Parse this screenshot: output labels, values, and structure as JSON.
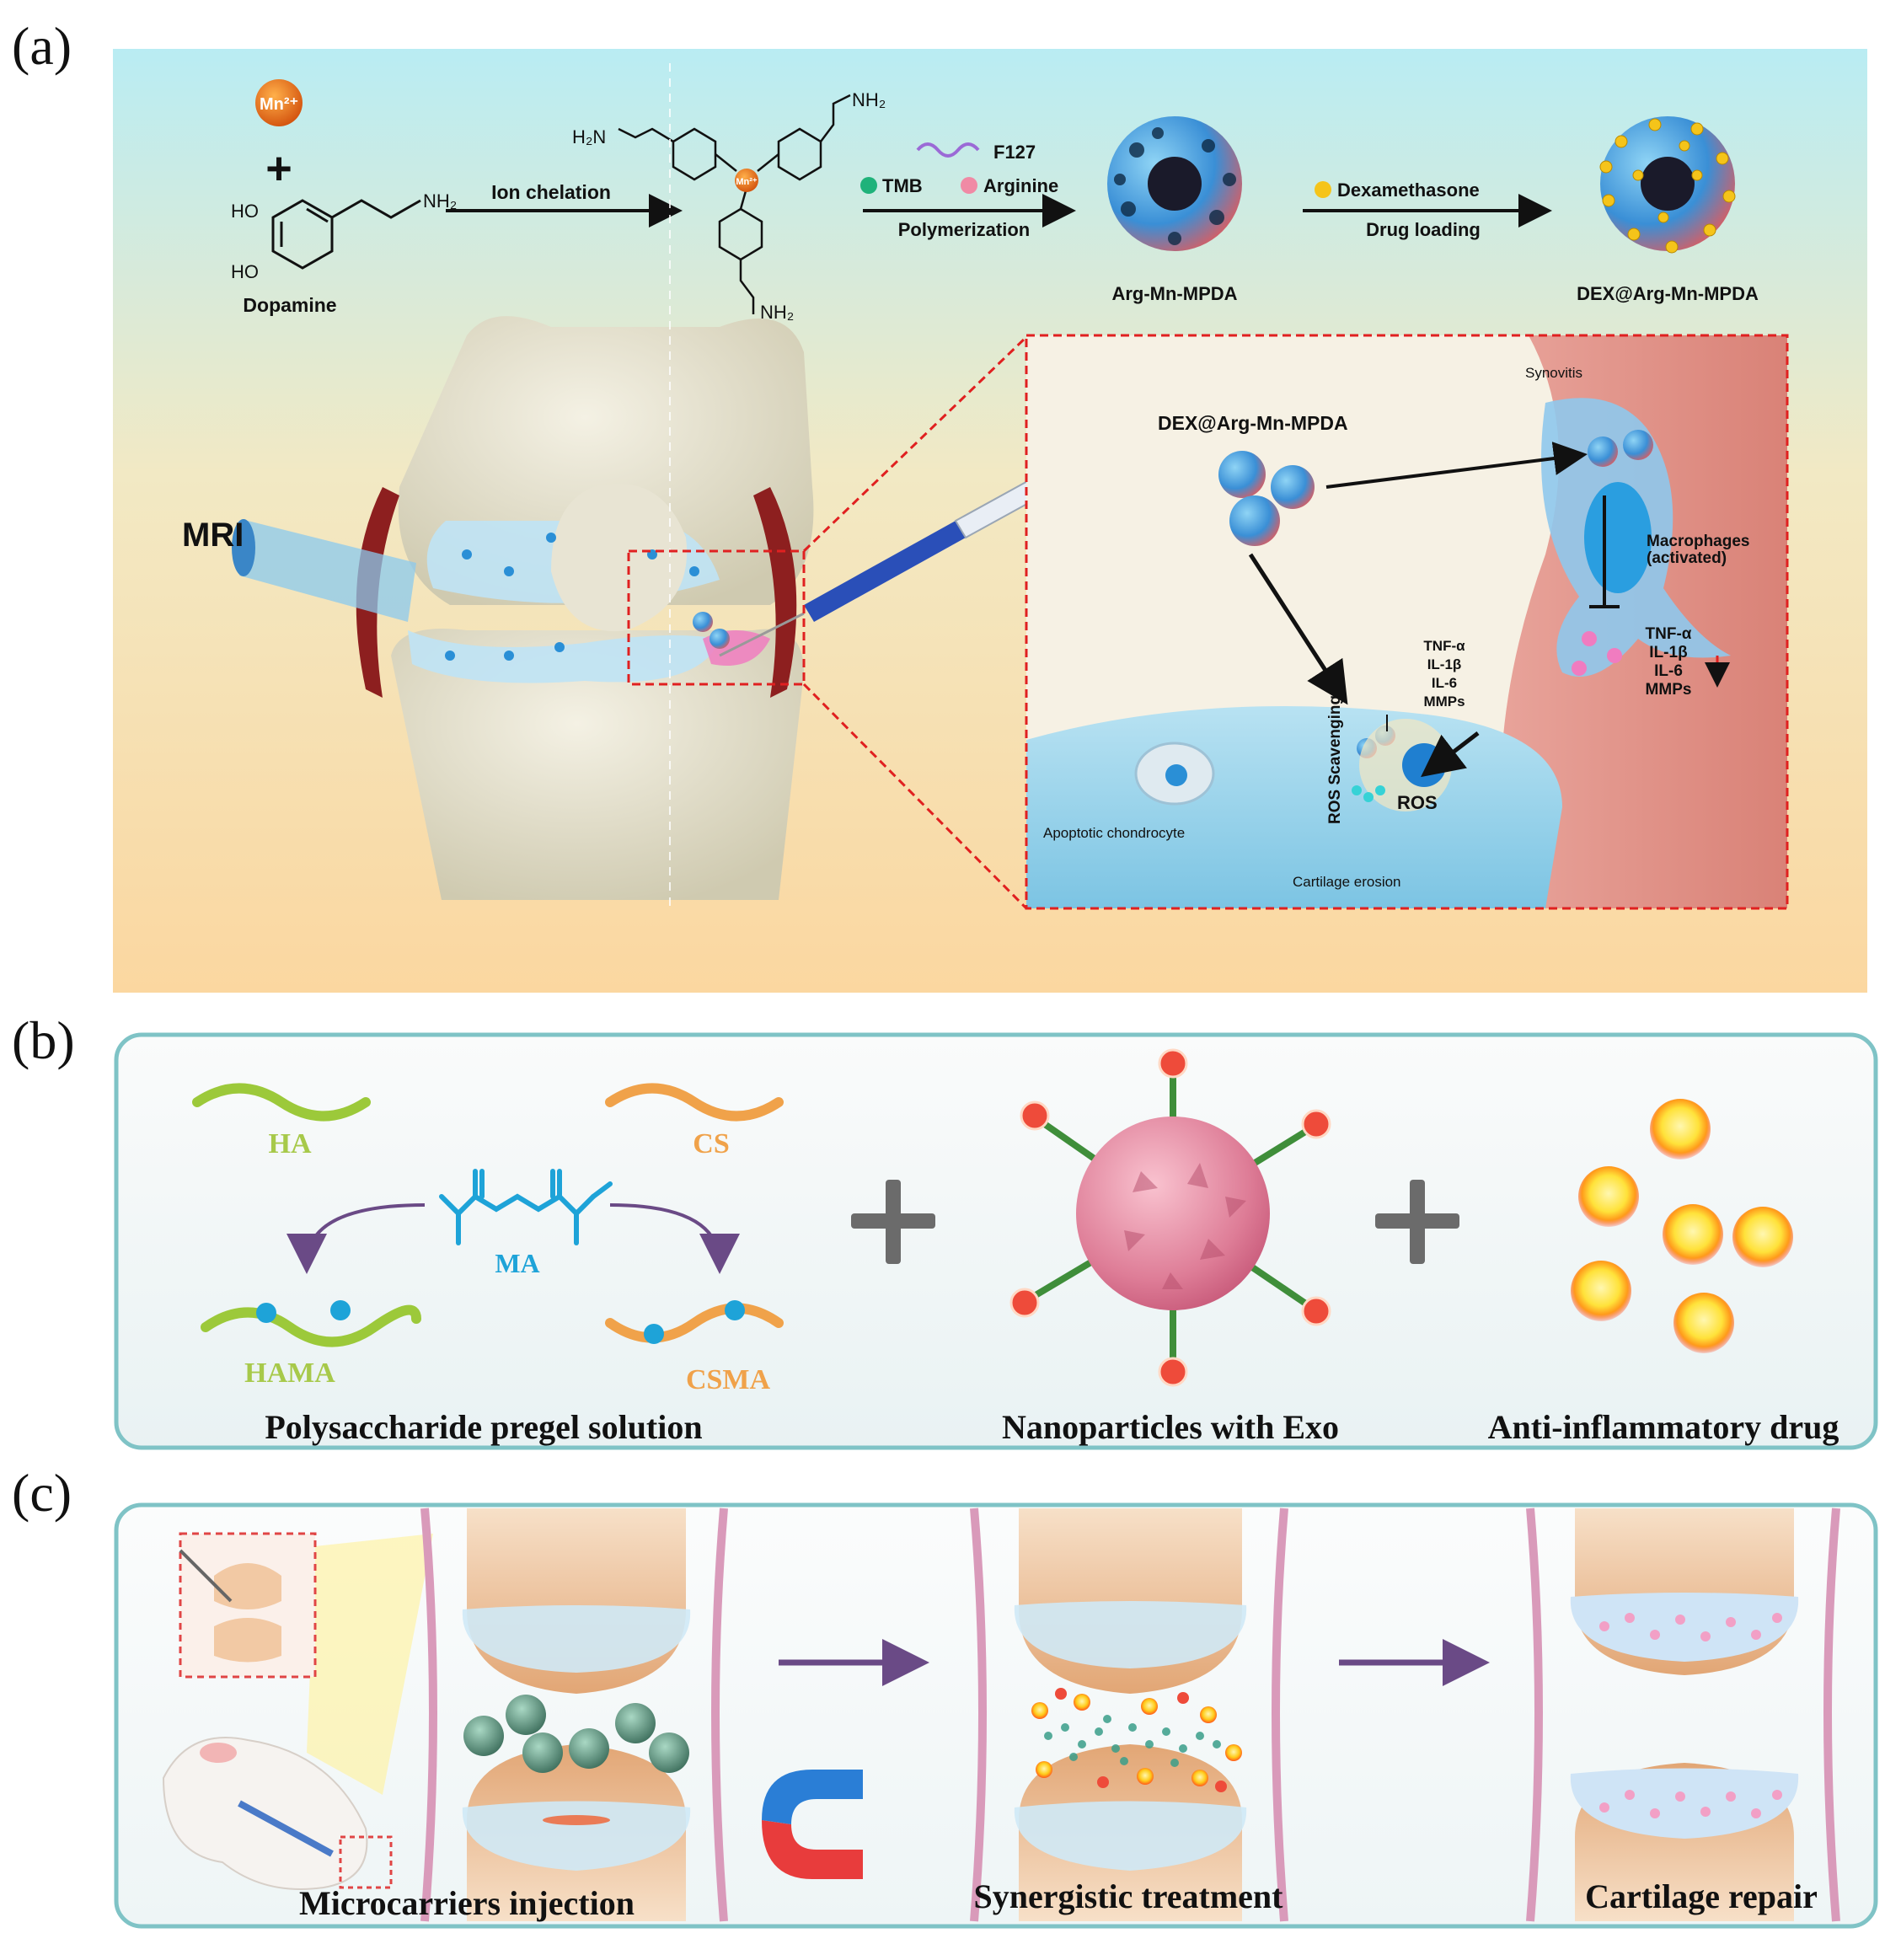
{
  "panel_labels": {
    "a": "(a)",
    "b": "(b)",
    "c": "(c)"
  },
  "panel_a": {
    "mn_ion": "Mn²⁺",
    "plus": "+",
    "ho_top": "HO",
    "ho_bottom": "HO",
    "nh2_dopamine": "NH₂",
    "dopamine": "Dopamine",
    "ion_chelation": "Ion chelation",
    "complex_nh2_top_right": "NH₂",
    "complex_h2n_left": "H₂N",
    "complex_nh2_bottom": "NH₂",
    "complex_center": "Mn²⁺",
    "f127": "F127",
    "tmb": "TMB",
    "arginine": "Arginine",
    "polymerization": "Polymerization",
    "arg_mn_mpda": "Arg-Mn-MPDA",
    "dexamethasone": "Dexamethasone",
    "drug_loading": "Drug loading",
    "dex_arg_mn_mpda": "DEX@Arg-Mn-MPDA",
    "mri": "MRI",
    "inset": {
      "synovitis": "Synovitis",
      "dex_label": "DEX@Arg-Mn-MPDA",
      "macrophages_1": "Macrophages",
      "macrophages_2": "(activated)",
      "cyt_left": [
        "TNF-α",
        "IL-1β",
        "IL-6",
        "MMPs"
      ],
      "cyt_right": [
        "TNF-α",
        "IL-1β",
        "IL-6",
        "MMPs"
      ],
      "ros_scavenging": "ROS Scavenging",
      "ros": "ROS",
      "apoptotic": "Apoptotic chondrocyte",
      "cartilage_erosion": "Cartilage erosion"
    }
  },
  "panel_b": {
    "ha": "HA",
    "cs": "CS",
    "ma": "MA",
    "hama": "HAMA",
    "csma": "CSMA",
    "caption_1": "Polysaccharide pregel solution",
    "caption_2": "Nanoparticles with Exo",
    "caption_3": "Anti-inflammatory drug"
  },
  "panel_c": {
    "caption_1": "Microcarriers injection",
    "caption_2": "Synergistic treatment",
    "caption_3": "Cartilage repair"
  },
  "colors": {
    "bg_a_top": "#b9ecf3",
    "bg_a_bottom": "#fbd9a3",
    "panel_border": "#7fc3c6",
    "ha_green": "#9cc93a",
    "cs_orange": "#f0a24a",
    "ma_blue": "#1ea3d8",
    "drug_yellow": "#ffe23a",
    "arrow_purple": "#6a4a86"
  }
}
